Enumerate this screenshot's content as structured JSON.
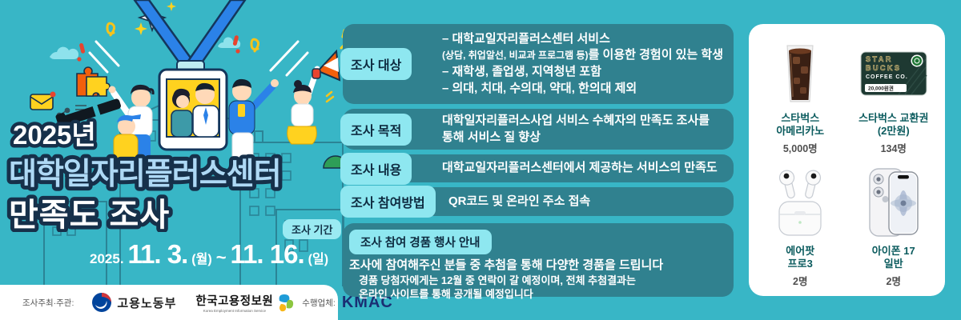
{
  "hero": {
    "year": "2025년",
    "title": "대학일자리플러스센터",
    "subtitle": "만족도 조사",
    "period_badge": "조사 기간",
    "date_prefix": "2025.",
    "date_start": "11. 3.",
    "date_start_day": "(월)",
    "date_tilde": "~",
    "date_end": "11. 16.",
    "date_end_day": "(일)"
  },
  "footer": {
    "host_label": "조사주최·주관:",
    "moel_name": "고용노동부",
    "keis_name": "한국고용정보원",
    "keis_sub": "Korea Employment Information Service",
    "agency_label": "수행업체:",
    "agency_name": "KMAC"
  },
  "survey": {
    "target": {
      "label": "조사 대상",
      "line1": "– 대학교일자리플러스센터 서비스",
      "line2_paren": "(상담, 취업알선, 비교과 프로그램 등)",
      "line2_rest": "를 이용한 경험이 있는 학생",
      "line3": "– 재학생, 졸업생, 지역청년 포함",
      "line4": "– 의대, 치대, 수의대, 약대, 한의대 제외"
    },
    "purpose": {
      "label": "조사 목적",
      "text": "대학일자리플러스사업 서비스 수혜자의 만족도 조사를 통해 서비스 질 향상"
    },
    "content": {
      "label": "조사 내용",
      "text": "대학교일자리플러스센터에서 제공하는 서비스의 만족도"
    },
    "method": {
      "label": "조사 참여방법",
      "text": "QR코드 및 온라인 주소 접속"
    },
    "notice": {
      "badge": "조사 참여 경품 행사 안내",
      "line1": "조사에 참여해주신 분들 중 추첨을 통해 다양한 경품을 드립니다",
      "line2": "경품 당첨자에게는 12월 중 연락이 갈 예정이며, 전체 추첨결과는",
      "line3": "온라인 사이트를 통해 공개될 예정입니다"
    }
  },
  "prizes": [
    {
      "name": "스타벅스\n아메리카노",
      "count": "5,000명",
      "icon": "iced-americano"
    },
    {
      "name": "스타벅스 교환권\n(2만원)",
      "count": "134명",
      "icon": "starbucks-giftcard"
    },
    {
      "name": "에어팟\n프로3",
      "count": "2명",
      "icon": "airpods"
    },
    {
      "name": "아이폰 17\n일반",
      "count": "2명",
      "icon": "iphone"
    }
  ],
  "giftcard_art": {
    "brand_line1": "STAR",
    "brand_line2": "BUCKS",
    "brand_line3": "COFFEE CO.",
    "amount": "20,000원권"
  },
  "colors": {
    "background_teal": "#38b6c6",
    "row_teal": "#30818f",
    "label_cyan": "#8ee7f0",
    "navy_text": "#0e2b40",
    "title_lightblue": "#aed9f5",
    "title_outline": "#16304a",
    "lanyard_blue": "#2b82e8",
    "accent_yellow": "#ffd21f",
    "accent_orange": "#f2600c",
    "prize_name_green": "#0b5b5e",
    "kmac_navy": "#1a2f73",
    "starbucks_green": "#1e3932"
  }
}
